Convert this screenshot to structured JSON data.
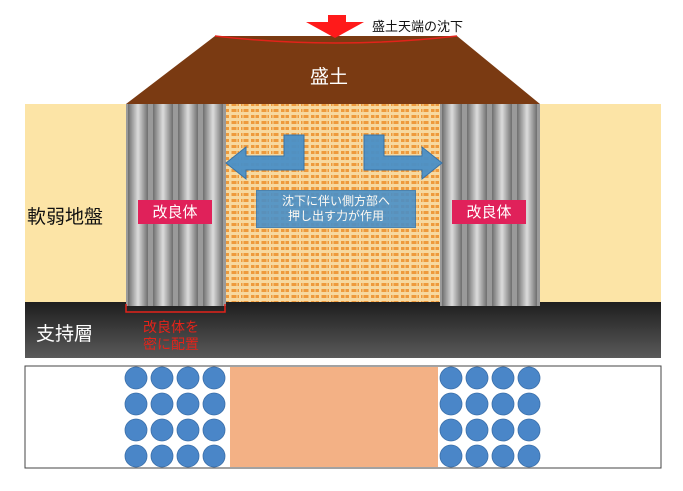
{
  "labels": {
    "embankment": "盛土",
    "settlement_top": "盛土天端の沈下",
    "soft_ground": "軟弱地盤",
    "bearing_layer": "支持層",
    "improved_left": "改良体",
    "improved_right": "改良体",
    "dense_note_line1": "改良体を",
    "dense_note_line2": "密に配置",
    "lateral_note_line1": "沈下に伴い側方部へ",
    "lateral_note_line2": "押し出す力が作用"
  },
  "colors": {
    "embankment": "#7a3a12",
    "soft_ground": "#fce4a6",
    "bearing_layer": "#3a3a3a",
    "column_gray": "#8f8f8f",
    "center_zone": "#f0a04a",
    "tag": "#e0215a",
    "arrow": "#4a90c8",
    "settlement_arrow": "#ff0000",
    "circle": "#4a86c8",
    "plan_center": "#f3b185"
  },
  "plan_view": {
    "columns_per_side": 4,
    "rows": 4
  }
}
